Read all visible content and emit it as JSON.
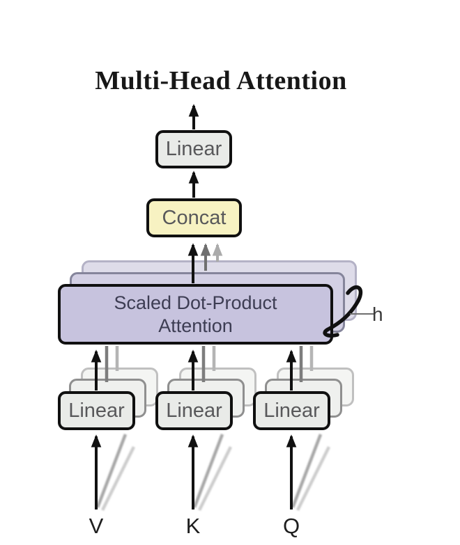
{
  "figure": {
    "title": "Multi-Head Attention",
    "attention_box": {
      "line1": "Scaled Dot-Product",
      "line2": "Attention"
    },
    "concat_label": "Concat",
    "linear_out_label": "Linear",
    "linear_v_label": "Linear",
    "linear_k_label": "Linear",
    "linear_q_label": "Linear",
    "head_count_label": "h",
    "input_v": "V",
    "input_k": "K",
    "input_q": "Q",
    "colors": {
      "attention_fill": "#c7c3de",
      "attention_ghost_mid": "#d3d0e4",
      "attention_ghost_outer": "#dedce9",
      "concat_fill": "#f7f2c2",
      "linear_fill": "#e9ebe8",
      "box_border": "#101010",
      "box_text": "#58585a",
      "attention_text": "#3d3d53",
      "input_text": "#1e1e1e"
    }
  }
}
